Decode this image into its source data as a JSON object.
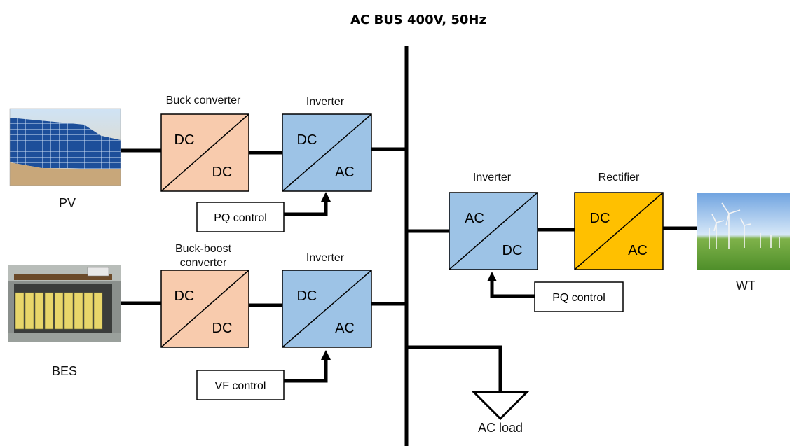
{
  "title": "AC BUS 400V, 50Hz",
  "sources": {
    "pv": "PV",
    "bes": "BES",
    "wt": "WT"
  },
  "converters": {
    "pv_buck": {
      "label": "Buck converter",
      "top": "DC",
      "bottom": "DC"
    },
    "pv_inverter": {
      "label": "Inverter",
      "top": "DC",
      "bottom": "AC"
    },
    "bes_buckboost": {
      "label_line1": "Buck-boost",
      "label_line2": "converter",
      "top": "DC",
      "bottom": "DC"
    },
    "bes_inverter": {
      "label": "Inverter",
      "top": "DC",
      "bottom": "AC"
    },
    "wt_inverter": {
      "label": "Inverter",
      "top": "AC",
      "bottom": "DC"
    },
    "wt_rectifier": {
      "label": "Rectifier",
      "top": "DC",
      "bottom": "AC"
    }
  },
  "controls": {
    "pv_pq": "PQ control",
    "bes_vf": "VF control",
    "wt_pq": "PQ control"
  },
  "load": "AC load",
  "colors": {
    "dcdc": "#f8cbad",
    "inverter": "#9dc3e6",
    "rectifier": "#ffc000",
    "line": "#000000"
  }
}
